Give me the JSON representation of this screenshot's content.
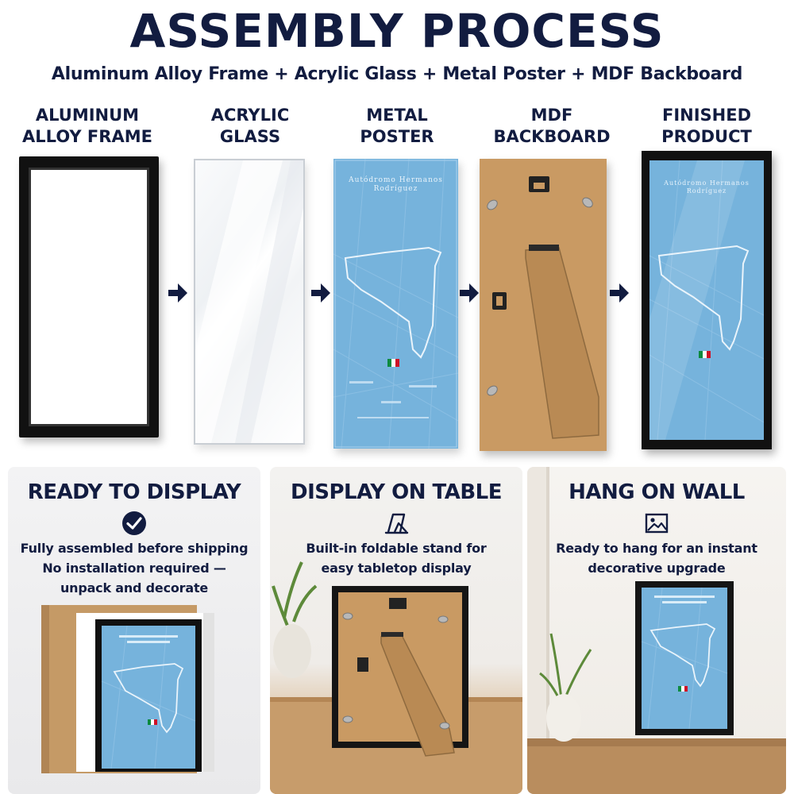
{
  "header": {
    "title": "ASSEMBLY PROCESS",
    "subtitle": "Aluminum Alloy Frame + Acrylic Glass + Metal Poster + MDF Backboard"
  },
  "steps": [
    {
      "line1": "ALUMINUM",
      "line2": "ALLOY FRAME"
    },
    {
      "line1": "ACRYLIC",
      "line2": "GLASS"
    },
    {
      "line1": "METAL",
      "line2": "POSTER"
    },
    {
      "line1": "MDF",
      "line2": "BACKBOARD"
    },
    {
      "line1": "FINISHED",
      "line2": "PRODUCT"
    }
  ],
  "poster": {
    "line1": "Autódromo Hermanos",
    "line2": "Rodríguez"
  },
  "panels": [
    {
      "title": "READY TO DISPLAY",
      "icon": "checkmark-circle-icon",
      "lines": [
        "Fully assembled before shipping",
        "No installation required —",
        "unpack and decorate"
      ]
    },
    {
      "title": "DISPLAY ON TABLE",
      "icon": "easel-stand-icon",
      "lines": [
        "Built-in foldable stand for",
        "easy tabletop display"
      ]
    },
    {
      "title": "HANG ON WALL",
      "icon": "picture-icon",
      "lines": [
        "Ready to hang for an instant",
        "decorative upgrade"
      ]
    }
  ],
  "colors": {
    "navy": "#121c40",
    "poster_blue": "#76b3dc",
    "kraft": "#c99a63",
    "frame_black": "#111111"
  }
}
